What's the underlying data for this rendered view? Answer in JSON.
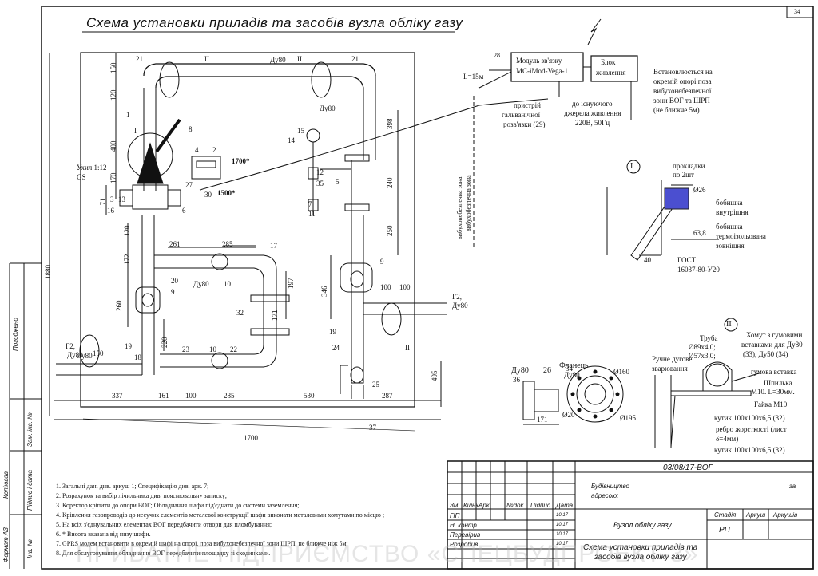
{
  "title": "Схема установки приладів та засобів  вузла обліку газу",
  "sheet_no": "34",
  "modem": {
    "label1": "Модуль зв'язку",
    "label2": "MC-iMod-Vega-1",
    "power1": "Блок",
    "power2": "живлення",
    "ref": "28",
    "cable": "L=15м",
    "isolation1": "пристрій",
    "isolation2": "гальванічної",
    "isolation3": "розв'язки (29)",
    "source1": "до існуючого",
    "source2": "джерела живлення",
    "source3": "220В, 50Гц",
    "note1": "Встановлюється на",
    "note2": "окремій опорі поза",
    "note3": "вибухонебезпечної",
    "note4": "зони ВОГ та ШРП",
    "note5": "(не ближче 5м)"
  },
  "zones": {
    "zone1": "вибухонебезпечна зона",
    "zone2": "вибухобезпечна зона"
  },
  "dims": {
    "d1880": "1880",
    "d1700": "1700",
    "d337": "337",
    "d161": "161",
    "d100a": "100",
    "d285a": "285",
    "d530": "530",
    "d287": "287",
    "d495": "495",
    "d398": "398",
    "d240": "240",
    "d250": "250",
    "d346": "346",
    "d150": "150",
    "d120": "120",
    "d400": "400",
    "d171": "171",
    "d172": "172",
    "d260": "260",
    "d261": "261",
    "d285b": "285",
    "d197": "197",
    "d220": "220",
    "d100b": "100",
    "d100c": "100",
    "d150b": "150",
    "d171b": "171",
    "d1700s": "1700*",
    "d1500s": "1500*",
    "d120b": "120",
    "d170": "170"
  },
  "labels": {
    "du80a": "Ду80",
    "du80b": "Ду80",
    "du80c": "Ду80",
    "du80d": "Ду80",
    "g2a": "Г2,",
    "g2a2": "Ду80",
    "g2b": "Г2,",
    "g2b2": "Ду80",
    "slope": "Ухил 1:12",
    "gs": "GS",
    "ii": "II",
    "i": "I",
    "ii2": "II",
    "ii3": "II"
  },
  "refs": [
    "21",
    "21",
    "1",
    "8",
    "4",
    "2",
    "27",
    "30",
    "3",
    "16",
    "13",
    "6",
    "17",
    "10",
    "32",
    "22",
    "23",
    "10",
    "20",
    "9",
    "19",
    "18",
    "15",
    "14",
    "12",
    "35",
    "5",
    "11",
    "9",
    "19",
    "24",
    "25",
    "37",
    "36",
    "34",
    "7"
  ],
  "detail1": {
    "circle": "I",
    "gaskets1": "прокладки",
    "gaskets2": "по 2шт",
    "d26": "Ø26",
    "inner1": "бобишка",
    "inner2": "внутрішня",
    "outer1": "бобишка",
    "outer2": "термоізольована",
    "outer3": "зовнішня",
    "d40": "40",
    "d638": "63,8",
    "gost1": "ГОСТ",
    "gost2": "16037-80-У20"
  },
  "flange": {
    "du80": "Ду80",
    "n26": "26",
    "flange": "Фланець",
    "du80b": "Ду80",
    "d160": "Ø160",
    "d20": "Ø20",
    "d195": "Ø195",
    "d171": "171"
  },
  "detail2": {
    "circle": "II",
    "tube1": "Труба",
    "tube2": "Ø89х4,0;",
    "tube3": "Ø57х3,0;",
    "clamp1": "Хомут з гумовими",
    "clamp2": "вставками для Ду80",
    "clamp3": "(33), Ду50 (34)",
    "weld1": "Ручне дугове",
    "weld2": "зварювання",
    "rubber": "гумова вставка",
    "stud1": "Шпилька",
    "stud2": "М10. L=30мм.",
    "nut": "Гайка М10",
    "angle1": "кутик 100х100х6,5 (32)",
    "rib1": "ребро жорсткості (лист",
    "rib2": "δ=4мм)",
    "angle2": "кутик 100х100х6,5 (32)"
  },
  "notes": [
    "1. Загальні дані див. аркуш 1; Специфікацію див. арк. 7;",
    "2. Розрахунок та вибір лічильника див. пояснювальну записку;",
    "3. Коректор кріпити до опори ВОГ; Обладнання шафи під'єднати до системи заземлення;",
    "4. Кріплення газопроводів до несучих елементів металевої конструкції  шафи виконати металевими хомутами по місцю ;",
    "5.  На всіх з'єднувальних елементах ВОГ  передбачити отвори для пломбування;",
    "6. * Висота вказана від низу шафи.",
    "7. GPRS модем встановити в окремій шафі на опорі, поза вибухонебезпечної зони ШРП, не ближче  ніж 5м;",
    "8. Для обслуговування обладнання ВОГ передбачити площадку зі сходинками."
  ],
  "stamp": {
    "code": "03/08/17-ВОГ",
    "building": "Будівництво",
    "at": "за",
    "address": "адресою:",
    "object": "Вузол обліку газу",
    "sheet_title1": "Схема установки приладів та",
    "sheet_title2": "засобів  вузла обліку газу",
    "col_zm": "Зм.",
    "col_kilk": "Кільк.",
    "col_ark": "Арк.",
    "col_doc": "№док.",
    "col_sign": "Підпис",
    "col_date": "Дата",
    "gip": "ГІП",
    "nkontr": "Н. контр.",
    "pereviryv": "Перевірив",
    "rozrobyv": "Розробив",
    "date": "10.17",
    "stage": "Стадія",
    "sheet": "Аркуш",
    "sheets": "Аркушів",
    "rp": "РП"
  },
  "side": {
    "pogodzheno": "Погоджено",
    "zam_inv": "Зам. інв. №",
    "kopiyuvav": "Копіював",
    "pidpys": "Підпис і дата",
    "format": "Формат А3",
    "inv": "Інв. №"
  },
  "watermark": "ПРИВАТНЕ ПІДПРИЄМСТВО «СПЕЦБУДПРОЕКТ-3»"
}
